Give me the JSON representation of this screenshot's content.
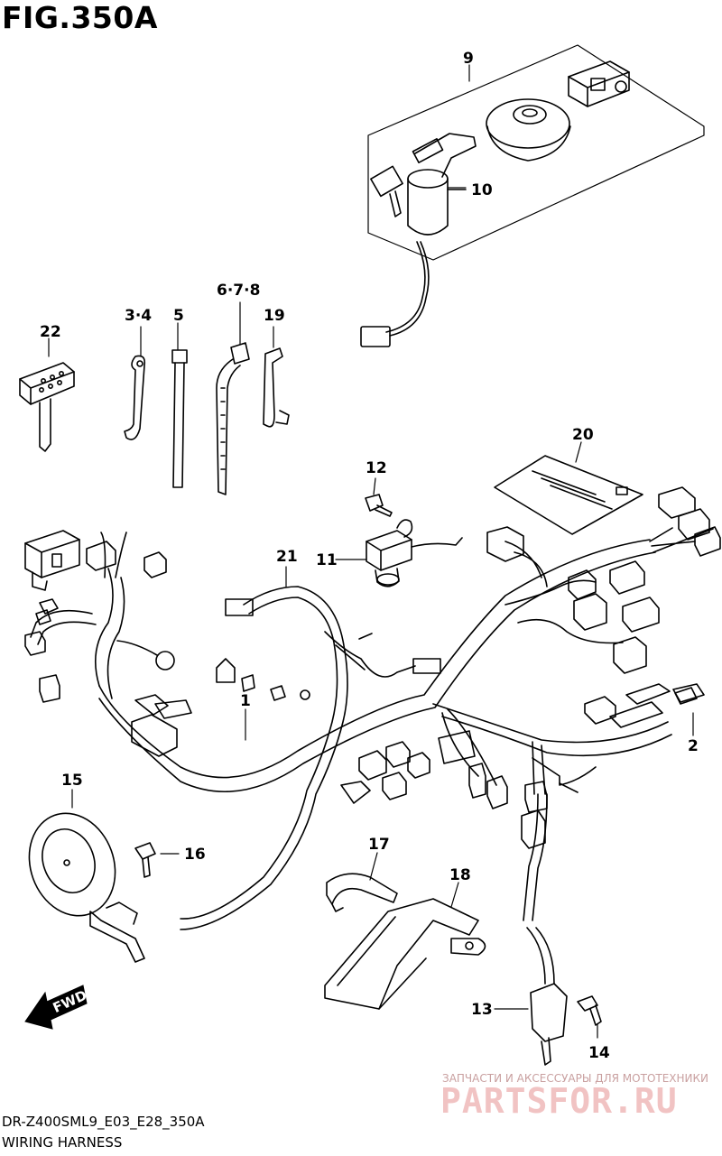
{
  "figure": {
    "title": "FIG.350A"
  },
  "callouts": {
    "c9": "9",
    "c10": "10",
    "c22": "22",
    "c3_4": "3·4",
    "c5": "5",
    "c6_7_8": "6·7·8",
    "c19": "19",
    "c20": "20",
    "c12": "12",
    "c11": "11",
    "c21": "21",
    "c1": "1",
    "c2": "2",
    "c15": "15",
    "c16": "16",
    "c17": "17",
    "c18": "18",
    "c13": "13",
    "c14": "14"
  },
  "direction_label": "FWD",
  "footer": {
    "code": "DR-Z400SML9_E03_E28_350A",
    "caption": "WIRING HARNESS"
  },
  "watermark": {
    "tagline": "ЗАПЧАСТИ И АКСЕССУАРЫ ДЛЯ МОТОТЕХНИКИ",
    "logo": "PARTSFOR.RU"
  }
}
